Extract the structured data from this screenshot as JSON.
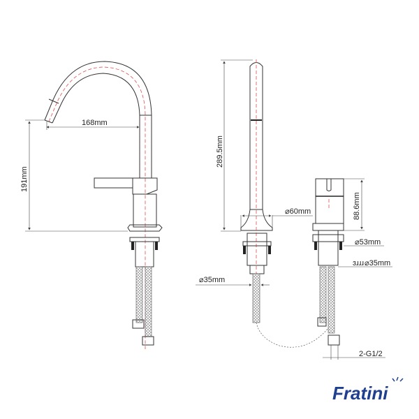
{
  "dimensions": {
    "spout_reach": "168mm",
    "spout_height": "191mm",
    "total_height": "289.5mm",
    "handle_height": "88.6mm",
    "base_diameter": "⌀60mm",
    "handle_base_diameter": "⌀53mm",
    "shank_diameter_right": "⌀35mm",
    "shank_diameter_left": "⌀35mm",
    "hose_connection": "2-G1/2",
    "faint_label": "ɜɹɹɹ"
  },
  "brand": {
    "logo_text": "Fratini",
    "color": "#1f3f8f"
  },
  "colors": {
    "line": "#333333",
    "centerline": "#e05050"
  }
}
